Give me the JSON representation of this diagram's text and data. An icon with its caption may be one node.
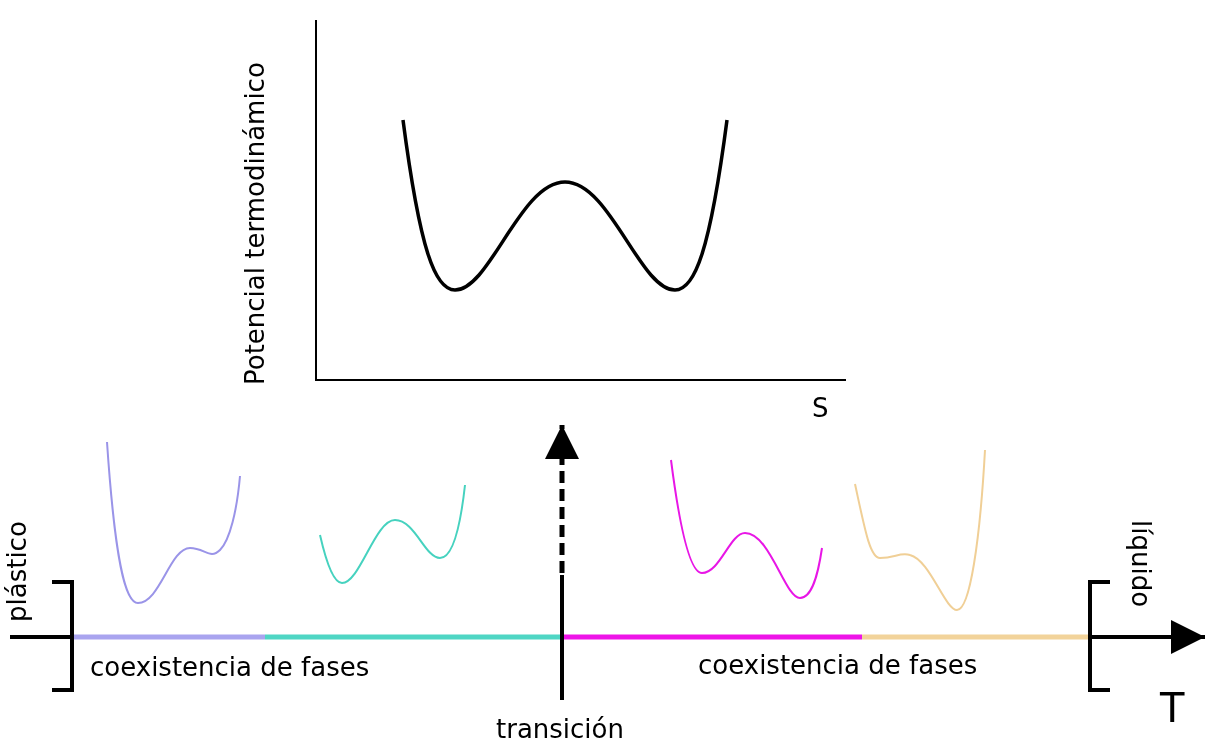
{
  "diagram": {
    "nodes": [
      {
        "text": [
          "transición"
        ]
      },
      {
        "text": [
          "Potencial termodinámico",
          "S"
        ]
      }
    ],
    "edges": [
      {
        "from": 0,
        "to": 1,
        "arrow": "to",
        "style": "dashed"
      }
    ],
    "labels": [
      "plástico",
      "coexistencia de fases",
      "coexistencia de fases",
      "líquido",
      "T"
    ]
  }
}
